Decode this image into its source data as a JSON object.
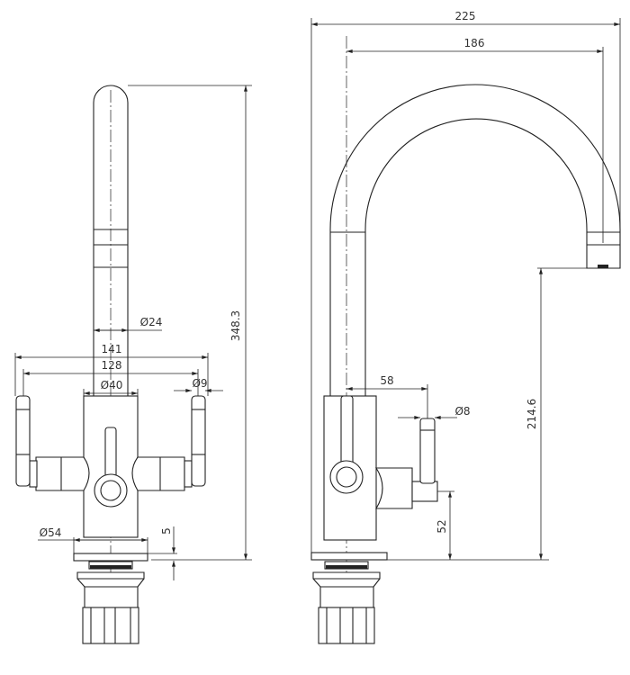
{
  "drawing": {
    "front_view": {
      "overall_height": "348.3",
      "spout_diameter": "Ø24",
      "overall_handle_width": "141",
      "handle_centers": "128",
      "body_diameter": "Ø40",
      "handle_diameter": "Ø9",
      "base_diameter": "Ø54",
      "base_thickness": "5"
    },
    "side_view": {
      "overall_reach": "225",
      "spout_reach": "186",
      "lever_offset": "58",
      "lever_diameter": "Ø8",
      "spout_clearance": "214.6",
      "lever_height": "52"
    }
  }
}
